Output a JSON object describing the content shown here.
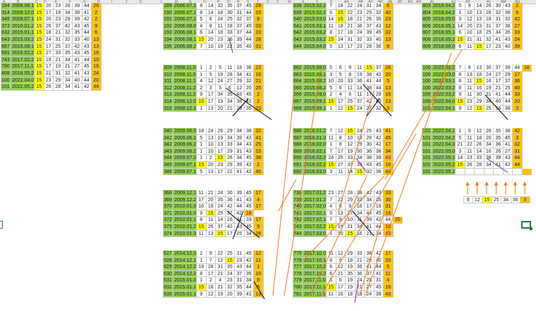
{
  "column_headers": [
    "A",
    "B",
    "C",
    "D",
    "E",
    "F",
    "G",
    "H",
    "I",
    "J",
    "K",
    "L",
    "M",
    "N",
    "O",
    "P",
    "Q",
    "R",
    "S",
    "T",
    "U",
    "V",
    "W",
    "X",
    "Y",
    "Z",
    "AA",
    "AB",
    "AC",
    "AD",
    "AE",
    "AF",
    "AG",
    "AH",
    "AI",
    "AJ",
    "AK",
    "AL",
    "AM",
    "AN"
  ],
  "blocks": [
    {
      "id": "b1",
      "rows": [
        [
          "194",
          "2006.08.1",
          "15",
          "20",
          "23",
          "26",
          "39",
          "44",
          "28"
        ],
        [
          "314",
          "2008.12.0",
          "15",
          "17",
          "19",
          "34",
          "38",
          "41",
          "2"
        ],
        [
          "345",
          "2009.07.1",
          "15",
          "20",
          "23",
          "29",
          "39",
          "42",
          "2"
        ],
        [
          "373",
          "2010.01.2",
          "15",
          "26",
          "37",
          "42",
          "43",
          "45",
          "9"
        ],
        [
          "632",
          "2015.01.1",
          "15",
          "18",
          "21",
          "32",
          "35",
          "44",
          "6"
        ],
        [
          "643",
          "2015.03.2",
          "15",
          "24",
          "31",
          "32",
          "33",
          "40",
          "13"
        ],
        [
          "667",
          "2015.09.1",
          "15",
          "17",
          "25",
          "37",
          "42",
          "43",
          "13"
        ],
        [
          "691",
          "2016.02.2",
          "15",
          "27",
          "33",
          "35",
          "43",
          "45",
          "16"
        ],
        [
          "743",
          "2017.02.2",
          "15",
          "19",
          "21",
          "34",
          "41",
          "44",
          "10"
        ],
        [
          "780",
          "2017.11.1",
          "15",
          "17",
          "19",
          "21",
          "27",
          "45",
          "16"
        ],
        [
          "808",
          "2018.05.2",
          "15",
          "21",
          "31",
          "32",
          "41",
          "43",
          "24"
        ],
        [
          "1009",
          "2022.04.0",
          "15",
          "23",
          "29",
          "34",
          "40",
          "44",
          "20"
        ],
        [
          "1016",
          "2022.05.2",
          "15",
          "26",
          "28",
          "34",
          "41",
          "42",
          "44"
        ]
      ]
    },
    {
      "id": "b2",
      "rows": [
        [
          "189",
          "2006.07.1",
          "8",
          "14",
          "32",
          "35",
          "37",
          "45",
          "28"
        ],
        [
          "190",
          "2006.07.1",
          "8",
          "14",
          "18",
          "30",
          "31",
          "44",
          "15"
        ],
        [
          "191",
          "2006.07.2",
          "5",
          "6",
          "24",
          "25",
          "32",
          "37",
          "8"
        ],
        [
          "192",
          "2006.08.0",
          "4",
          "8",
          "11",
          "18",
          "37",
          "45",
          "33"
        ],
        [
          "193",
          "2006.08.1",
          "6",
          "14",
          "18",
          "33",
          "37",
          "44",
          "10"
        ],
        [
          "194",
          "2006.08.1",
          "15",
          "20",
          "23",
          "26",
          "39",
          "44",
          "28"
        ],
        [
          "195",
          "2006.08.2",
          "7",
          "10",
          "19",
          "22",
          "35",
          "40",
          "31"
        ]
      ]
    },
    {
      "id": "b3",
      "rows": [
        [
          "638",
          "2015.02.2",
          "7",
          "18",
          "22",
          "24",
          "31",
          "34",
          "6"
        ],
        [
          "639",
          "2015.02.2",
          "6",
          "15",
          "22",
          "23",
          "25",
          "32",
          "40"
        ],
        [
          "640",
          "2015.03.0",
          "14",
          "15",
          "18",
          "21",
          "26",
          "35",
          "23"
        ],
        [
          "641",
          "2015.03.1",
          "11",
          "18",
          "21",
          "36",
          "37",
          "43",
          "12"
        ],
        [
          "642",
          "2015.03.2",
          "8",
          "17",
          "18",
          "24",
          "39",
          "45",
          "32"
        ],
        [
          "643",
          "2015.03.2",
          "15",
          "24",
          "31",
          "32",
          "33",
          "40",
          "13"
        ],
        [
          "644",
          "2015.04.0",
          "5",
          "13",
          "17",
          "23",
          "28",
          "36",
          "8"
        ]
      ]
    },
    {
      "id": "b4",
      "rows": [
        [
          "803",
          "2018.04.2",
          "5",
          "9",
          "14",
          "26",
          "30",
          "43",
          "2"
        ],
        [
          "804",
          "2018.04.2",
          "1",
          "10",
          "13",
          "26",
          "32",
          "36",
          "9"
        ],
        [
          "805",
          "2018.05.0",
          "3",
          "12",
          "13",
          "18",
          "31",
          "32",
          "42"
        ],
        [
          "806",
          "2018.05.1",
          "14",
          "20",
          "23",
          "31",
          "37",
          "38",
          "27"
        ],
        [
          "807",
          "2018.05.1",
          "6",
          "10",
          "18",
          "25",
          "34",
          "35",
          "33"
        ],
        [
          "808",
          "2018.05.2",
          "15",
          "21",
          "31",
          "32",
          "41",
          "43",
          "24"
        ],
        [
          "809",
          "2018.06.0",
          "6",
          "11",
          "15",
          "17",
          "23",
          "40",
          "39"
        ]
      ]
    },
    {
      "id": "b5",
      "rows": [
        [
          "309",
          "2008.11.0",
          "1",
          "2",
          "5",
          "11",
          "18",
          "36",
          "22"
        ],
        [
          "310",
          "2008.11.0",
          "1",
          "5",
          "19",
          "28",
          "34",
          "41",
          "16"
        ],
        [
          "311",
          "2008.11.1",
          "4",
          "12",
          "24",
          "27",
          "29",
          "32",
          "21"
        ],
        [
          "312",
          "2008.11.2",
          "2",
          "3",
          "5",
          "6",
          "12",
          "20",
          "25"
        ],
        [
          "313",
          "2008.11.2",
          "9",
          "17",
          "34",
          "35",
          "43",
          "45",
          "2"
        ],
        [
          "314",
          "2008.12.0",
          "15",
          "17",
          "19",
          "34",
          "38",
          "41",
          "2"
        ],
        [
          "315",
          "2008.12.1",
          "1",
          "13",
          "20",
          "21",
          "29",
          "35",
          "23"
        ]
      ]
    },
    {
      "id": "b6",
      "rows": [
        [
          "662",
          "2015.08.0",
          "5",
          "6",
          "9",
          "11",
          "15",
          "37",
          "26"
        ],
        [
          "663",
          "2015.08.1",
          "3",
          "5",
          "8",
          "19",
          "38",
          "42",
          "20"
        ],
        [
          "664",
          "2015.08.2",
          "10",
          "20",
          "33",
          "36",
          "41",
          "44",
          "5"
        ],
        [
          "665",
          "2015.08.2",
          "5",
          "6",
          "11",
          "14",
          "38",
          "44",
          "13"
        ],
        [
          "666",
          "2015.09.0",
          "2",
          "4",
          "6",
          "11",
          "17",
          "28",
          "16"
        ],
        [
          "667",
          "2015.09.1",
          "15",
          "17",
          "25",
          "37",
          "42",
          "43",
          "13"
        ],
        [
          "668",
          "2015.09.1",
          "1",
          "12",
          "15",
          "24",
          "27",
          "32",
          "3"
        ]
      ]
    },
    {
      "id": "b7",
      "rows": [
        [
          "1004",
          "2022.02.2",
          "7",
          "8",
          "13",
          "30",
          "37",
          "39",
          "44",
          "18"
        ],
        [
          "1005",
          "2022.03.0",
          "8",
          "13",
          "18",
          "24",
          "27",
          "29",
          "17"
        ],
        [
          "1006",
          "2022.03.1",
          "8",
          "11",
          "15",
          "16",
          "17",
          "37",
          "36"
        ],
        [
          "1007",
          "2022.03.2",
          "8",
          "11",
          "16",
          "19",
          "21",
          "25",
          "40"
        ],
        [
          "1008",
          "2022.03.2",
          "9",
          "11",
          "30",
          "31",
          "41",
          "44",
          "33"
        ],
        [
          "1009",
          "2022.04.0",
          "15",
          "23",
          "29",
          "34",
          "40",
          "44",
          "20"
        ],
        [
          "1010",
          "2022.04.1",
          "9",
          "12",
          "15",
          "25",
          "34",
          "36",
          "3"
        ]
      ]
    },
    {
      "id": "b8",
      "rows": [
        [
          "340",
          "2009.06.0",
          "18",
          "24",
          "26",
          "29",
          "34",
          "38",
          "32"
        ],
        [
          "341",
          "2009.06.1",
          "5",
          "13",
          "19",
          "34",
          "39",
          "43",
          "41"
        ],
        [
          "342",
          "2009.06.2",
          "1",
          "10",
          "13",
          "33",
          "34",
          "43",
          "25"
        ],
        [
          "343",
          "2009.06.2",
          "1",
          "10",
          "17",
          "29",
          "31",
          "43",
          "15"
        ],
        [
          "344",
          "2009.07.0",
          "1",
          "2",
          "15",
          "28",
          "34",
          "45",
          "38"
        ],
        [
          "345",
          "2009.07.1",
          "15",
          "20",
          "23",
          "29",
          "39",
          "42",
          "2"
        ],
        [
          "346",
          "2009.07.1",
          "5",
          "13",
          "17",
          "22",
          "41",
          "42",
          "45"
        ]
      ]
    },
    {
      "id": "b9",
      "rows": [
        [
          "686",
          "2016.01.2",
          "7",
          "12",
          "15",
          "24",
          "25",
          "43",
          "41"
        ],
        [
          "687",
          "2016.01.3",
          "11",
          "8",
          "10",
          "13",
          "28",
          "42",
          "45"
        ],
        [
          "688",
          "2016.02.0",
          "1",
          "8",
          "12",
          "29",
          "30",
          "42",
          "17"
        ],
        [
          "689",
          "2016.02.1",
          "7",
          "17",
          "19",
          "30",
          "36",
          "38",
          "34"
        ],
        [
          "690",
          "2016.02.2",
          "24",
          "25",
          "33",
          "34",
          "38",
          "39",
          "43"
        ],
        [
          "691",
          "2016.02.2",
          "15",
          "27",
          "33",
          "35",
          "43",
          "45",
          "16"
        ],
        [
          "692",
          "2016.03.0",
          "3",
          "11",
          "14",
          "15",
          "32",
          "36",
          "44"
        ]
      ]
    },
    {
      "id": "b10",
      "rows": [
        [
          "1011",
          "2022.04.1",
          "1",
          "9",
          "12",
          "26",
          "35",
          "38",
          "42"
        ],
        [
          "1012",
          "2022.04.2",
          "5",
          "11",
          "18",
          "20",
          "35",
          "45",
          "3"
        ],
        [
          "1013",
          "2022.04.3",
          "21",
          "22",
          "26",
          "34",
          "36",
          "41",
          "32"
        ],
        [
          "1014",
          "2022.05.0",
          "3",
          "11",
          "14",
          "16",
          "26",
          "27",
          "31"
        ],
        [
          "1015",
          "2022.05.1",
          "14",
          "23",
          "33",
          "38",
          "39",
          "43",
          "44"
        ],
        [
          "1016",
          "2022.05.2",
          "15",
          "26",
          "28",
          "34",
          "41",
          "42",
          "44"
        ],
        [
          "1017",
          "2022.05.2",
          "",
          "",
          "",
          "",
          "",
          "",
          "",
          ""
        ]
      ]
    },
    {
      "id": "b11",
      "rows": [
        [
          "368",
          "2009.12.1",
          "11",
          "21",
          "24",
          "30",
          "39",
          "45",
          "17"
        ],
        [
          "369",
          "2009.12.2",
          "17",
          "20",
          "35",
          "36",
          "41",
          "43",
          "4"
        ],
        [
          "370",
          "2010.01.0",
          "16",
          "18",
          "24",
          "42",
          "44",
          "45",
          "17"
        ],
        [
          "371",
          "2010.01.0",
          "9",
          "15",
          "25",
          "37",
          "42",
          "18"
        ],
        [
          "372",
          "2010.01.1",
          "8",
          "11",
          "14",
          "16",
          "31",
          "33",
          "17"
        ],
        [
          "373",
          "2010.01.2",
          "15",
          "26",
          "37",
          "42",
          "43",
          "45",
          "9"
        ],
        [
          "374",
          "2010.01.3",
          "11",
          "13",
          "15",
          "17",
          "25",
          "34",
          "26"
        ]
      ]
    },
    {
      "id": "b12",
      "rows": [
        [
          "738",
          "2017.01.2",
          "23",
          "27",
          "28",
          "38",
          "42",
          "43",
          "33"
        ],
        [
          "739",
          "2017.01.2",
          "7",
          "22",
          "29",
          "33",
          "34",
          "35",
          "30"
        ],
        [
          "740",
          "2017.02.0",
          "4",
          "8",
          "9",
          "16",
          "17",
          "19",
          "31"
        ],
        [
          "741",
          "2017.02.1",
          "5",
          "13",
          "27",
          "34",
          "44",
          "45",
          "16"
        ],
        [
          "742",
          "2017.02.1",
          "7",
          "9",
          "10",
          "11",
          "39",
          "42",
          "44",
          "20"
        ],
        [
          "743",
          "2017.02.2",
          "15",
          "19",
          "21",
          "34",
          "41",
          "44",
          "10"
        ],
        [
          "744",
          "2017.03.0",
          "1",
          "10",
          "15",
          "16",
          "21",
          "34",
          "43"
        ]
      ]
    },
    {
      "id": "b13",
      "rows": [
        [
          "627",
          "2014.12.0",
          "2",
          "9",
          "22",
          "25",
          "31",
          "45",
          "12"
        ],
        [
          "628",
          "2014.12.1",
          "1",
          "7",
          "12",
          "15",
          "23",
          "42",
          "11"
        ],
        [
          "629",
          "2014.12.2",
          "19",
          "28",
          "31",
          "35",
          "43",
          "44",
          "1"
        ],
        [
          "630",
          "2014.12.2",
          "8",
          "17",
          "21",
          "24",
          "37",
          "35",
          "10"
        ],
        [
          "631",
          "2015.01.0",
          "1",
          "2",
          "4",
          "23",
          "31",
          "34",
          "8"
        ],
        [
          "632",
          "2015.01.1",
          "15",
          "18",
          "21",
          "32",
          "35",
          "44",
          "6"
        ],
        [
          "633",
          "2015.01.1",
          "9",
          "12",
          "19",
          "20",
          "39",
          "41",
          "13"
        ]
      ]
    },
    {
      "id": "b14",
      "rows": [
        [
          "775",
          "2017.10.0",
          "11",
          "12",
          "29",
          "33",
          "38",
          "42",
          "17"
        ],
        [
          "776",
          "2017.10.1",
          "8",
          "9",
          "18",
          "21",
          "28",
          "40",
          "20"
        ],
        [
          "777",
          "2017.10.2",
          "6",
          "12",
          "19",
          "36",
          "41",
          "44",
          "5"
        ],
        [
          "778",
          "2017.10.2",
          "6",
          "21",
          "35",
          "36",
          "37",
          "41",
          "11"
        ],
        [
          "779",
          "2017.11.0",
          "6",
          "6",
          "19",
          "24",
          "28",
          "31",
          "4"
        ],
        [
          "780",
          "2017.11.1",
          "15",
          "17",
          "19",
          "21",
          "27",
          "45",
          "16"
        ],
        [
          "781",
          "2017.11.1",
          "11",
          "16",
          "18",
          "19",
          "24",
          "39",
          "43"
        ]
      ]
    }
  ],
  "prediction": [
    "9",
    "12",
    "15",
    "25",
    "34",
    "36",
    "3"
  ]
}
